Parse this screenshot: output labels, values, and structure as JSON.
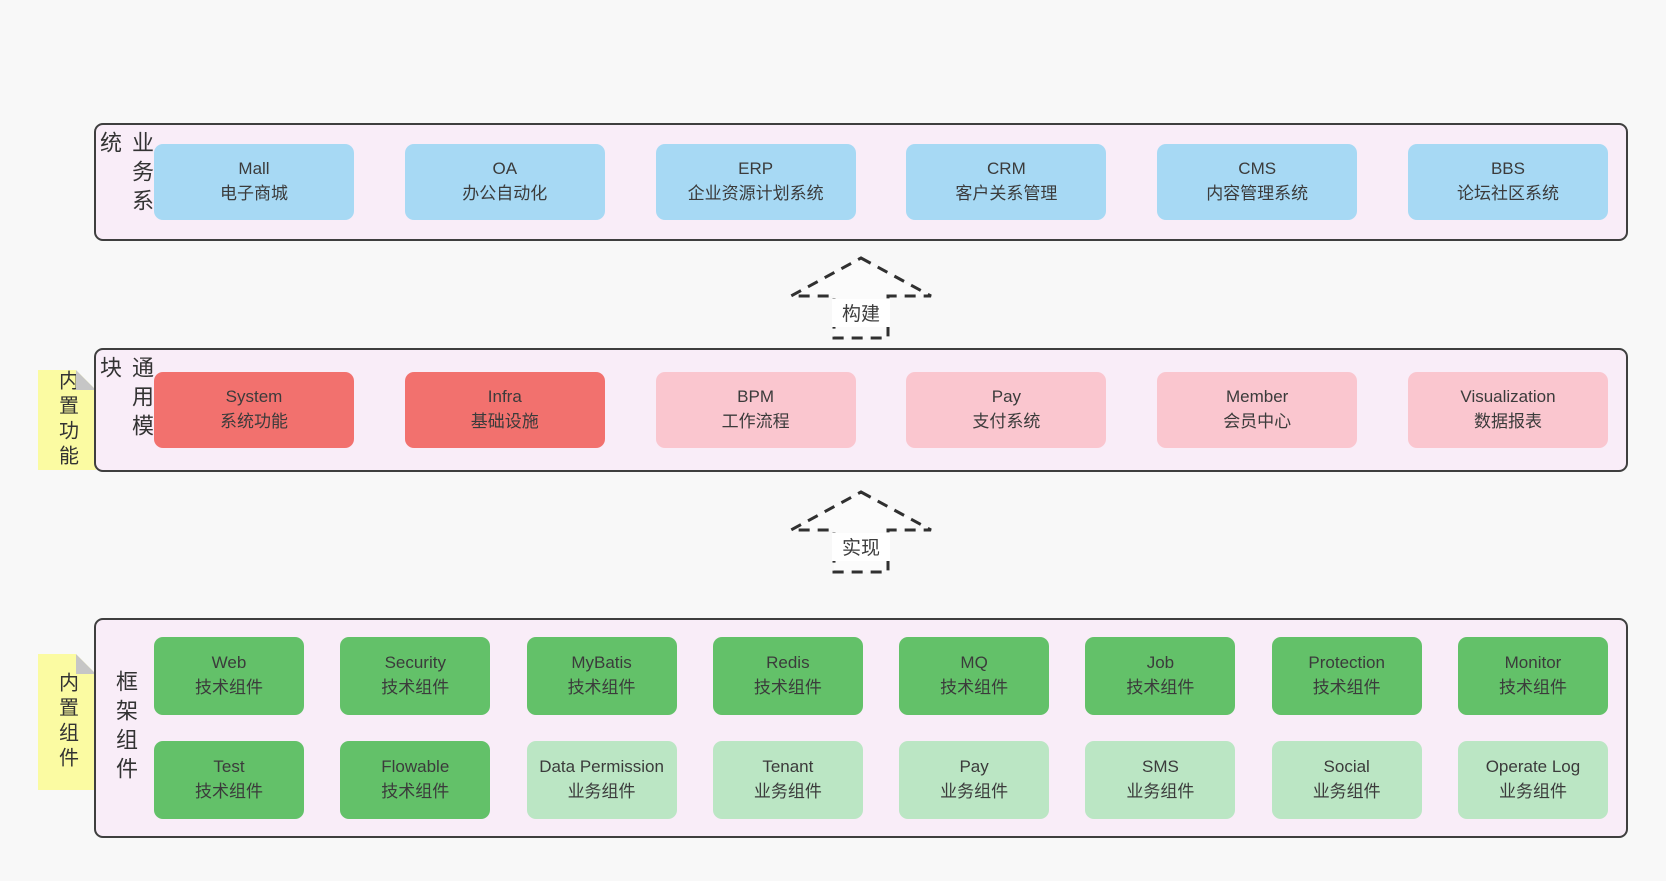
{
  "colors": {
    "page_bg": "#f8f8f8",
    "layer_bg": "#f9edf8",
    "layer_border": "#3f3f3f",
    "system_blue": "#a7d9f4",
    "core_red": "#f2716e",
    "module_pink": "#fac6cf",
    "tech_green": "#63c169",
    "biz_green": "#bbe6c4",
    "sticky_yellow": "#fbfba2",
    "sticky_fold_gray": "#c6c6c6",
    "text": "#3b3b3b"
  },
  "arrows": {
    "build": "构建",
    "implement": "实现"
  },
  "business": {
    "side_label": "业务系统",
    "items": [
      {
        "name": "Mall",
        "sub": "电子商城"
      },
      {
        "name": "OA",
        "sub": "办公自动化"
      },
      {
        "name": "ERP",
        "sub": "企业资源计划系统"
      },
      {
        "name": "CRM",
        "sub": "客户关系管理"
      },
      {
        "name": "CMS",
        "sub": "内容管理系统"
      },
      {
        "name": "BBS",
        "sub": "论坛社区系统"
      }
    ]
  },
  "modules": {
    "side_label": "通用模块",
    "sticky": "内置功能",
    "items": [
      {
        "name": "System",
        "sub": "系统功能"
      },
      {
        "name": "Infra",
        "sub": "基础设施"
      },
      {
        "name": "BPM",
        "sub": "工作流程"
      },
      {
        "name": "Pay",
        "sub": "支付系统"
      },
      {
        "name": "Member",
        "sub": "会员中心"
      },
      {
        "name": "Visualization",
        "sub": "数据报表"
      }
    ]
  },
  "components": {
    "side_label": "框架组件",
    "sticky": "内置组件",
    "row1": [
      {
        "name": "Web",
        "sub": "技术组件"
      },
      {
        "name": "Security",
        "sub": "技术组件"
      },
      {
        "name": "MyBatis",
        "sub": "技术组件"
      },
      {
        "name": "Redis",
        "sub": "技术组件"
      },
      {
        "name": "MQ",
        "sub": "技术组件"
      },
      {
        "name": "Job",
        "sub": "技术组件"
      },
      {
        "name": "Protection",
        "sub": "技术组件"
      },
      {
        "name": "Monitor",
        "sub": "技术组件"
      }
    ],
    "row2": [
      {
        "name": "Test",
        "sub": "技术组件"
      },
      {
        "name": "Flowable",
        "sub": "技术组件"
      },
      {
        "name": "Data Permission",
        "sub": "业务组件"
      },
      {
        "name": "Tenant",
        "sub": "业务组件"
      },
      {
        "name": "Pay",
        "sub": "业务组件"
      },
      {
        "name": "SMS",
        "sub": "业务组件"
      },
      {
        "name": "Social",
        "sub": "业务组件"
      },
      {
        "name": "Operate Log",
        "sub": "业务组件"
      }
    ]
  }
}
